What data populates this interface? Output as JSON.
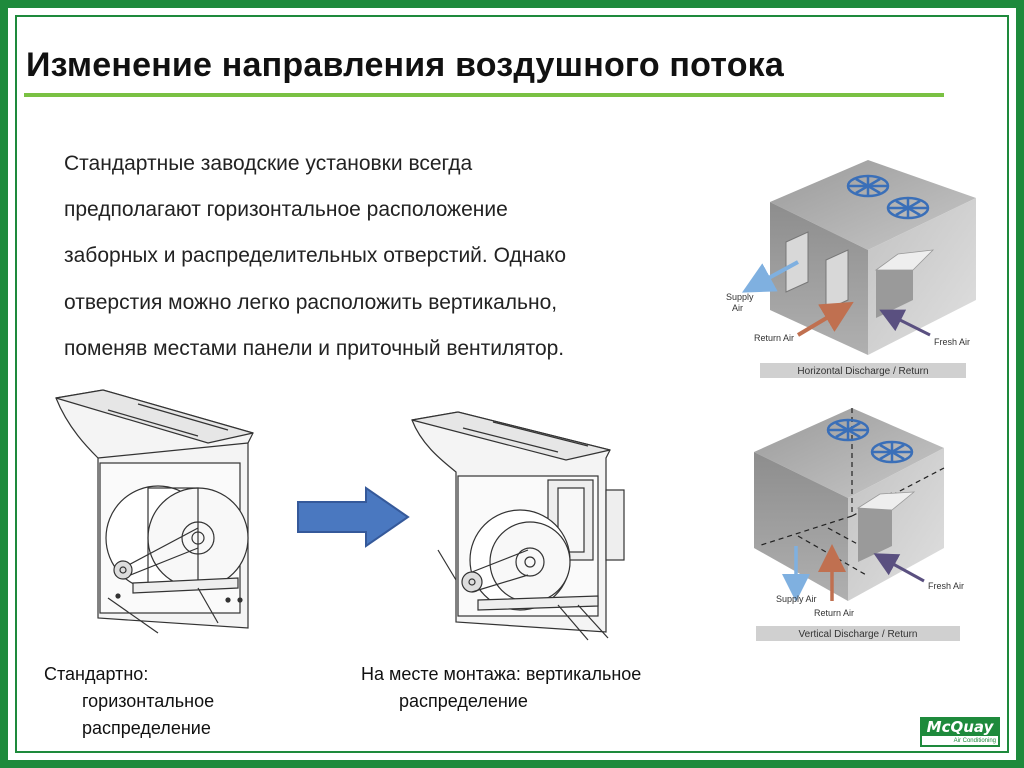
{
  "slide": {
    "title": "Изменение направления воздушного потока",
    "paragraph_lines": [
      "Стандартные заводские установки всегда",
      "предполагают горизонтальное расположение",
      "заборных и распределительных отверстий. Однако",
      "отверстия можно легко расположить вертикально,",
      "поменяв местами панели и приточный вентилятор."
    ]
  },
  "captions": {
    "left": {
      "line1": "Стандартно:",
      "line2": "горизонтальное",
      "line3": "распределение"
    },
    "right": {
      "line1": "На месте монтажа: вертикальное",
      "line2": "распределение"
    }
  },
  "diagram_top": {
    "supply_air_1": "Supply",
    "supply_air_2": "Air",
    "return_air": "Return Air",
    "fresh_air": "Fresh Air",
    "banner": "Horizontal Discharge / Return"
  },
  "diagram_bottom": {
    "supply_air": "Supply Air",
    "return_air": "Return Air",
    "fresh_air": "Fresh Air",
    "banner": "Vertical Discharge / Return"
  },
  "logo": {
    "name": "McQuay",
    "tagline": "Air Conditioning"
  },
  "colors": {
    "frame": "#1e8a3c",
    "title_rule": "#7ac143",
    "arrow_fill": "#4a78c0",
    "fan_blue": "#3a6fb8",
    "logo_green": "#1e8a3c"
  }
}
